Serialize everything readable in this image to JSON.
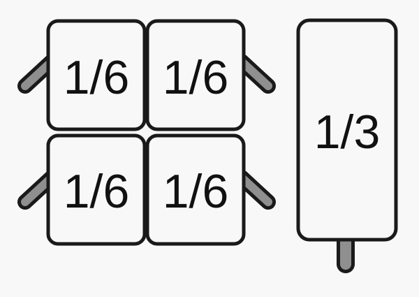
{
  "diagram": {
    "containers": [
      {
        "label": "1/6"
      },
      {
        "label": "1/6"
      },
      {
        "label": "1/6"
      },
      {
        "label": "1/6"
      },
      {
        "label": "1/3"
      }
    ]
  },
  "colors": {
    "background": "#f8f8f8",
    "container_fill": "#f8f8f8",
    "outline": "#1a1a1a",
    "handle": "#8f8f8f"
  }
}
